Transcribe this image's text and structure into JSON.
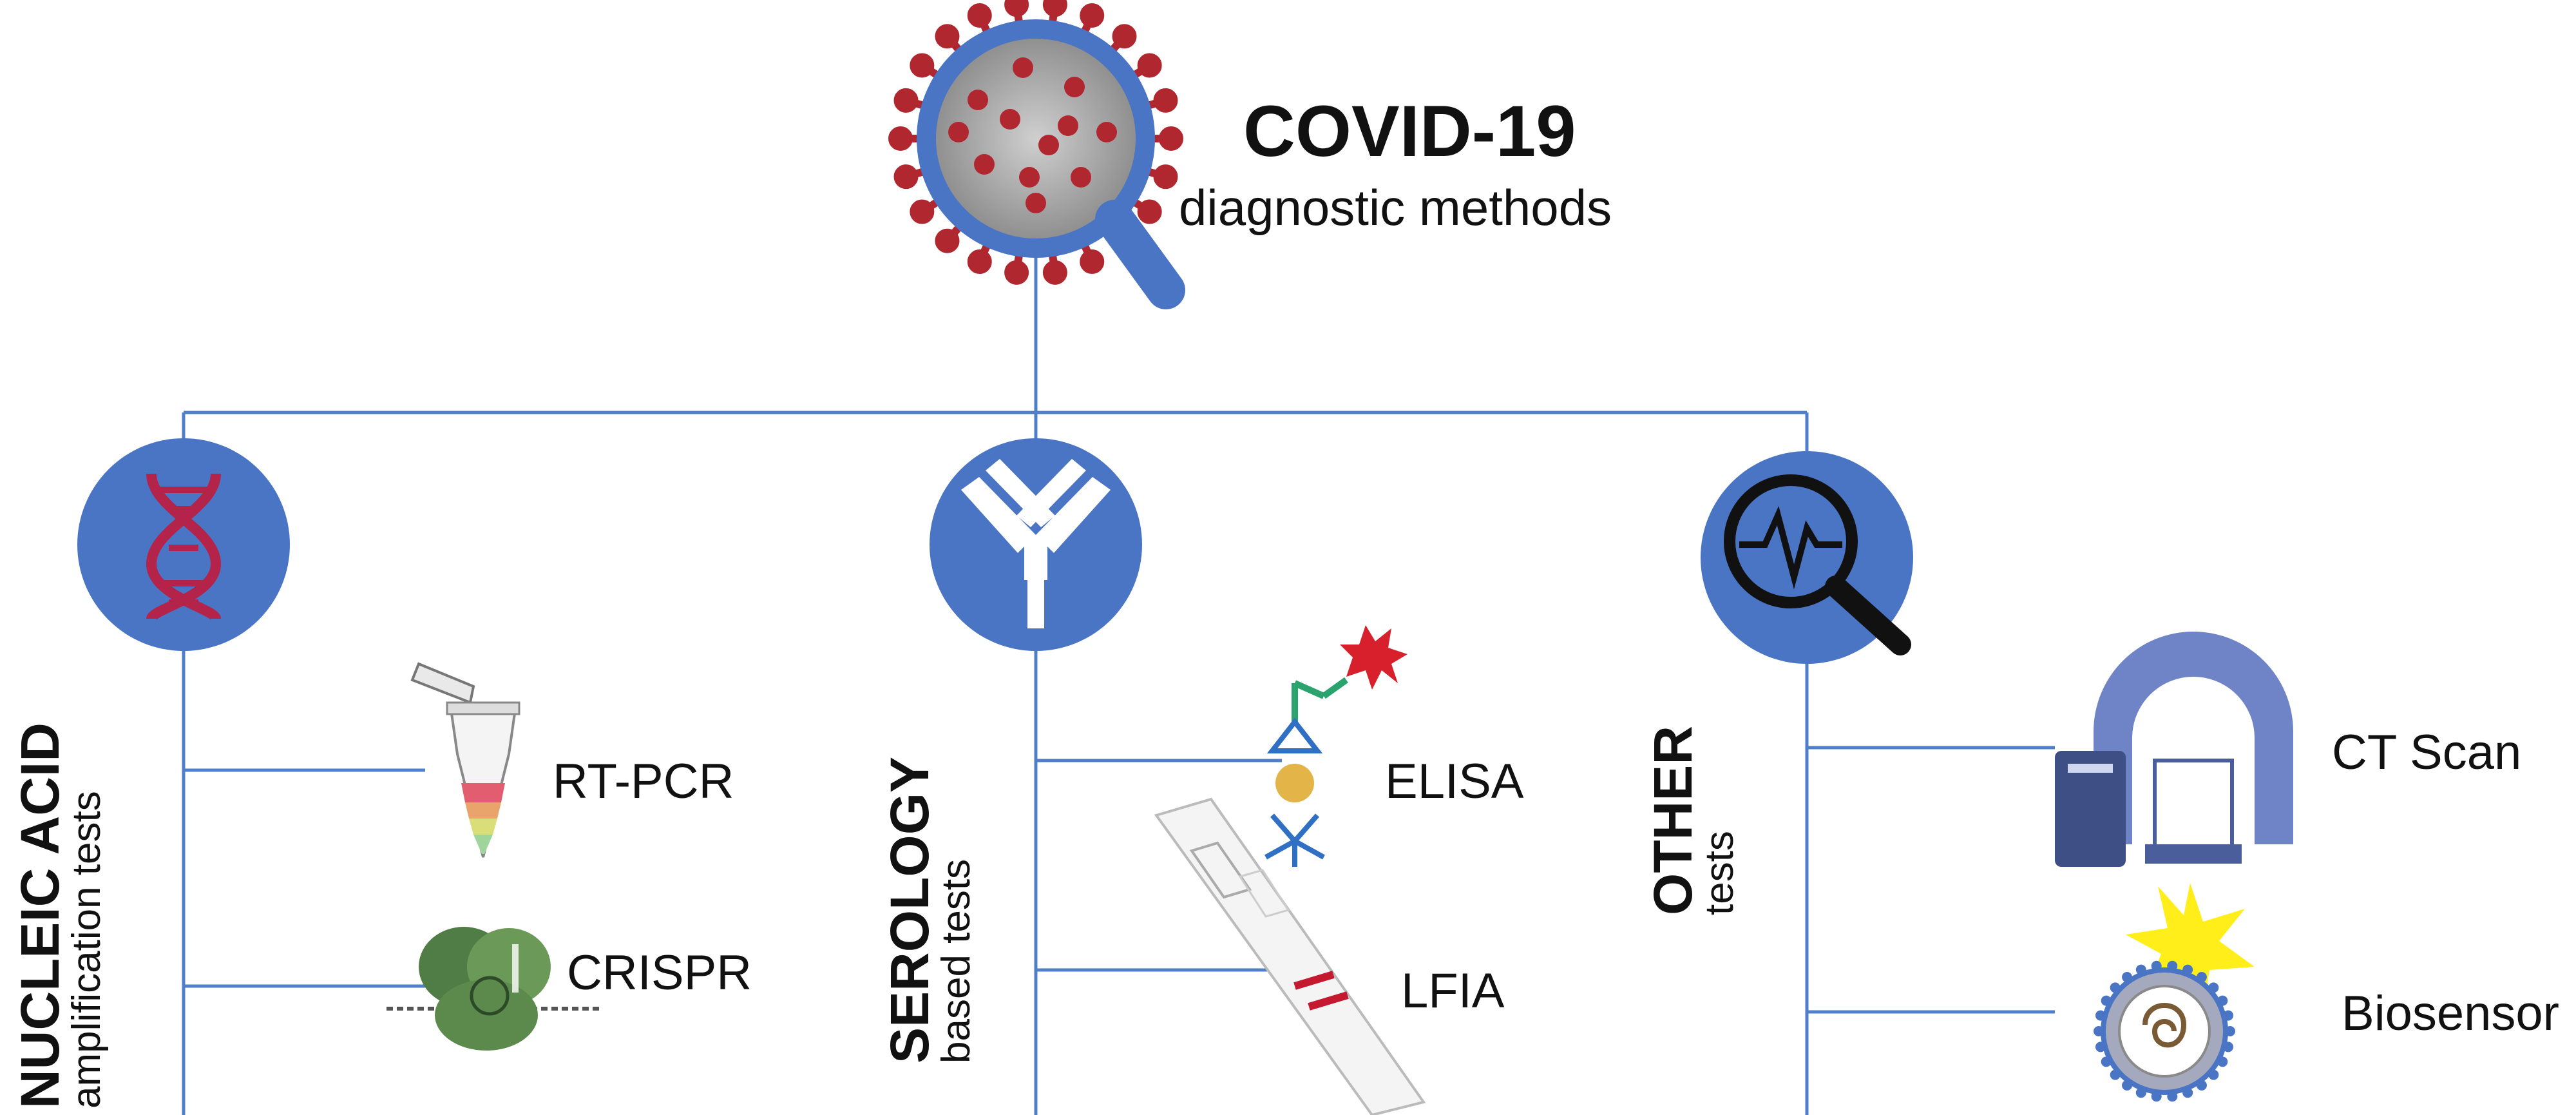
{
  "header": {
    "title": "COVID-19",
    "subtitle": "diagnostic methods"
  },
  "categories": [
    {
      "bold": "NUCLEIC ACID",
      "sub": "amplification tests",
      "icon": "dna-icon",
      "methods": [
        "RT-PCR",
        "CRISPR"
      ]
    },
    {
      "bold": "SEROLOGY",
      "sub": "based tests",
      "icon": "antibody-icon",
      "methods": [
        "ELISA",
        "LFIA"
      ]
    },
    {
      "bold": "OTHER",
      "sub": "tests",
      "icon": "signal-search-icon",
      "methods": [
        "CT Scan",
        "Biosensor"
      ]
    }
  ],
  "colors": {
    "connector": "#4f7fc9",
    "circle": "#4a74c4",
    "dna": "#b3234a",
    "virus": "#b0272f",
    "lens": "#4a74c4"
  }
}
